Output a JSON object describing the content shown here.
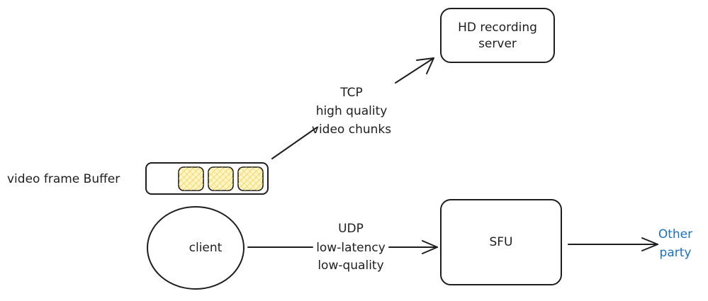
{
  "nodes": {
    "recording_server": {
      "line1": "HD recording",
      "line2": "server"
    },
    "buffer": {
      "label": "video frame Buffer",
      "frame_count": 3
    },
    "client": {
      "label": "client"
    },
    "sfu": {
      "label": "SFU"
    },
    "other_party": {
      "line1": "Other",
      "line2": "party"
    }
  },
  "edges": {
    "tcp": {
      "line1": "TCP",
      "line2": "high quality",
      "line3": "video chunks"
    },
    "udp": {
      "line1": "UDP",
      "line2": "low-latency",
      "line3": "low-quality"
    }
  },
  "colors": {
    "stroke": "#1e1e1e",
    "frame_fill": "#ffec99",
    "frame_hatch": "#f5d565",
    "link_text": "#1971c2"
  }
}
